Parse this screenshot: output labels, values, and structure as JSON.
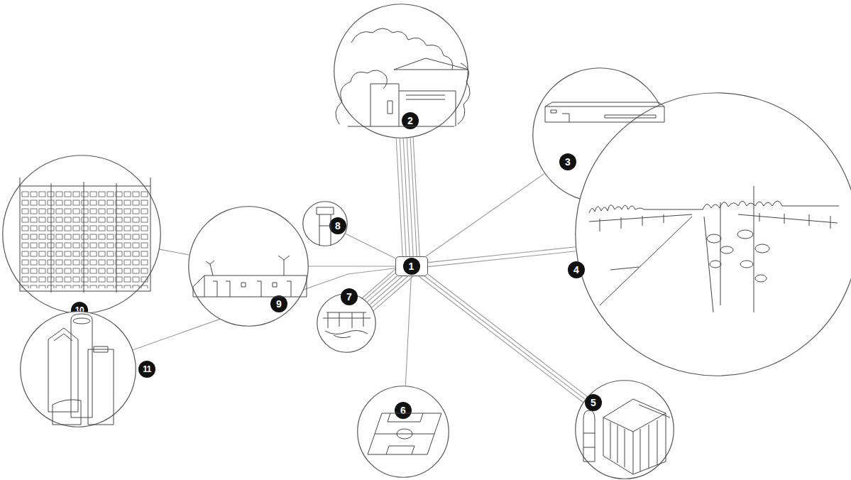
{
  "diagram": {
    "nodes": [
      {
        "text": [
          "1"
        ]
      },
      {
        "text": [
          "2"
        ]
      },
      {
        "text": [
          "3"
        ]
      },
      {
        "text": [
          "4"
        ]
      },
      {
        "text": [
          "5"
        ]
      },
      {
        "text": [
          "6"
        ]
      },
      {
        "text": [
          "7"
        ]
      },
      {
        "text": [
          "8"
        ]
      },
      {
        "text": [
          "9"
        ]
      },
      {
        "text": [
          "10"
        ]
      },
      {
        "text": [
          "11"
        ]
      }
    ],
    "edges": [
      {
        "from": 0,
        "to": 1,
        "arrow": "none"
      },
      {
        "from": 0,
        "to": 2,
        "arrow": "none"
      },
      {
        "from": 0,
        "to": 3,
        "arrow": "none"
      },
      {
        "from": 0,
        "to": 4,
        "arrow": "none"
      },
      {
        "from": 0,
        "to": 5,
        "arrow": "none"
      },
      {
        "from": 0,
        "to": 6,
        "arrow": "none"
      },
      {
        "from": 0,
        "to": 7,
        "arrow": "none"
      },
      {
        "from": 0,
        "to": 8,
        "arrow": "none"
      },
      {
        "from": 8,
        "to": 9,
        "arrow": "none"
      },
      {
        "from": 0,
        "to": 10,
        "arrow": "none"
      }
    ]
  }
}
